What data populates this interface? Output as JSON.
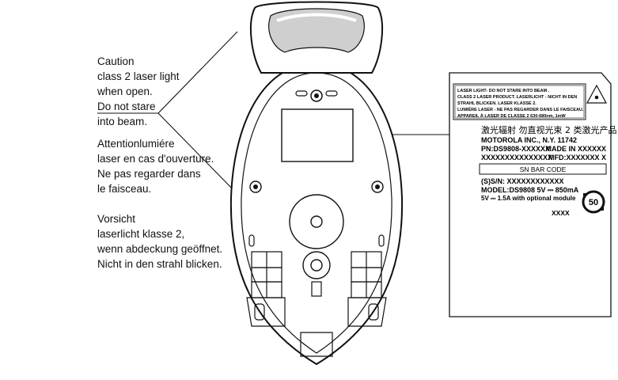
{
  "warnings": {
    "english": [
      "Caution",
      "class 2 laser light",
      "when open.",
      "Do not stare",
      "into beam."
    ],
    "french": [
      "Attentionlumiére",
      "laser en cas d'ouverture.",
      "Ne pas regarder dans",
      "le faisceau."
    ],
    "german": [
      "Vorsicht",
      "laserlicht klasse 2,",
      "wenn abdeckung geöffnet.",
      "Nicht in den strahl blicken."
    ]
  },
  "product_label": {
    "laser_box_lines": [
      "LASER LIGHT- DO NOT STARE INTO BEAM .",
      "CLASS 2 LASER PRODUCT. LASERLICHT - NICHT IN DEN",
      "STRAHL BLICKEN. LASER KLASSE 2.",
      "LUMIÈRE LASER - NE PAS REGARDER DANS LE FAISCEAU.",
      "APPAREIL À LASER DE CLASSE 2    630-680nm, 1mW"
    ],
    "chinese_warning": "激光辐射 勿直视光束 2 类激光产品",
    "company": "MOTOROLA INC., N.Y. 11742",
    "pn": "PN:DS9808-XXXXXX",
    "made_in": "MADE IN XXXXXX",
    "serial_x": "XXXXXXXXXXXXXXX",
    "mfd": "MFD:XXXXXXX X",
    "barcode_box": "SN BAR CODE",
    "sn": "(S)S/N: XXXXXXXXXXXX",
    "model": "MODEL:DS9808 5V ⎓ 850mA",
    "power": "5V ⎓ 1.5A with optional module",
    "code": "XXXX",
    "rohs_number": "50"
  }
}
